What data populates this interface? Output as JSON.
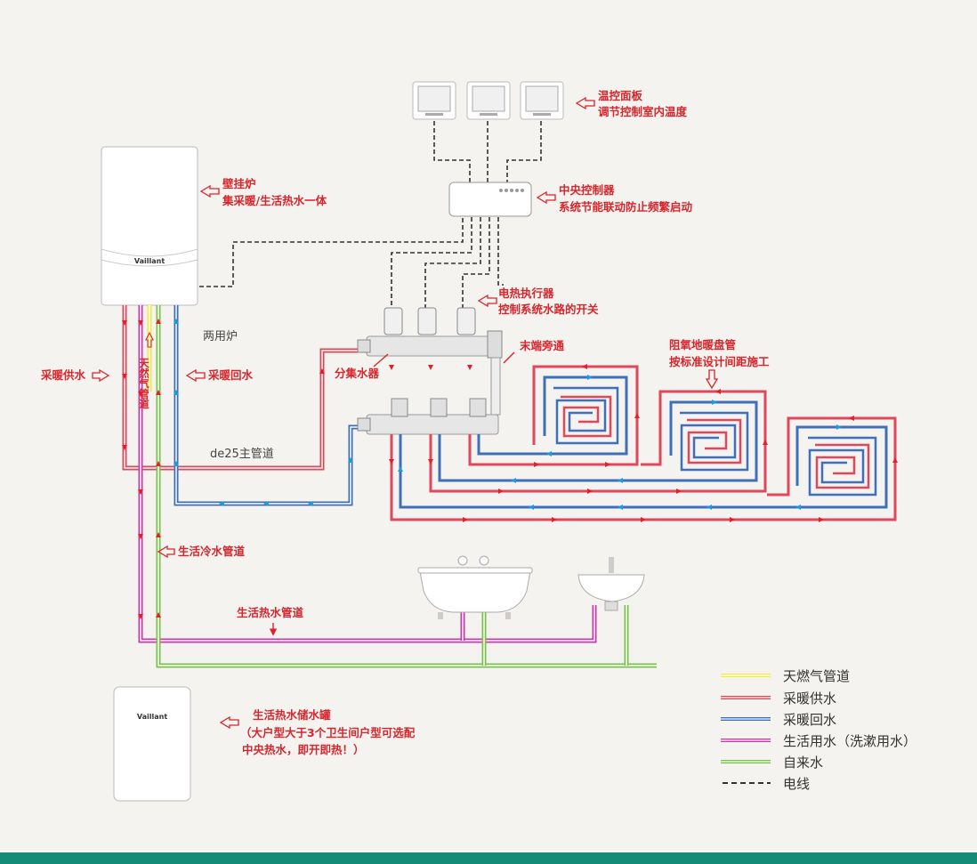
{
  "colors": {
    "background": "#f4f3ef",
    "gas": "#f5e84a",
    "supply": "#e0475a",
    "return": "#3e6fb8",
    "domestic_hot": "#cc3aa6",
    "cold_water": "#7bc04e",
    "wire": "#333333",
    "annotation": "#d9252c",
    "arrow_red": "#e0202c",
    "arrow_blue": "#1e9be0",
    "arrow_green": "#2ca043",
    "footer": "#138b76"
  },
  "labels": {
    "thermostat_title": "温控面板",
    "thermostat_desc": "调节控制室内温度",
    "boiler_title": "壁挂炉",
    "boiler_desc": "集采暖/生活热水一体",
    "controller_title": "中央控制器",
    "controller_desc": "系统节能联动防止频繁启动",
    "actuator_title": "电热执行器",
    "actuator_desc": "控制系统水路的开关",
    "dual_boiler": "两用炉",
    "end_bypass": "末端旁通",
    "manifold": "分集水器",
    "coil_title": "阻氧地暖盘管",
    "coil_desc": "按标准设计间距施工",
    "heating_supply": "采暖供水",
    "gas_pipe_vertical": "天然气管道",
    "heating_return": "采暖回水",
    "main_pipe": "de25主管道",
    "cold_water_pipe": "生活冷水管道",
    "hot_water_pipe": "生活热水管道",
    "tank_title": "生活热水储水罐",
    "tank_desc1": "（大户型大于3个卫生间户型可选配",
    "tank_desc2": "中央热水，即开即热！）",
    "brand": "Vaillant"
  },
  "legend": [
    {
      "label": "天燃气管道",
      "color": "#f5e84a",
      "dashed": false
    },
    {
      "label": "采暖供水",
      "color": "#e0475a",
      "dashed": false
    },
    {
      "label": "采暖回水",
      "color": "#3e6fb8",
      "dashed": false
    },
    {
      "label": "生活用水（洗漱用水）",
      "color": "#cc3aa6",
      "dashed": false
    },
    {
      "label": "自来水",
      "color": "#7bc04e",
      "dashed": false
    },
    {
      "label": "电线",
      "color": "#333333",
      "dashed": true
    }
  ]
}
